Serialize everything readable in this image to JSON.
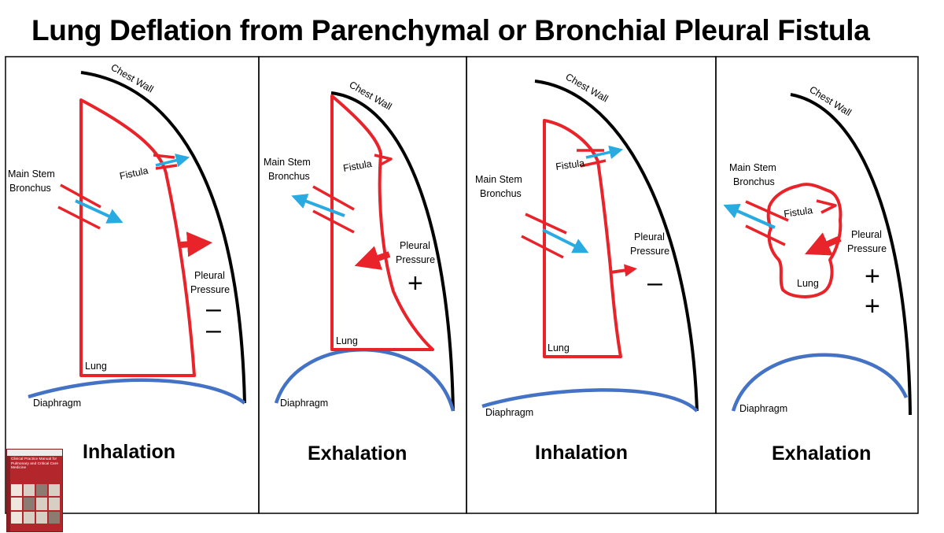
{
  "title": "Lung Deflation from Parenchymal or Bronchial Pleural Fistula",
  "colors": {
    "lung_outline": "#e8232a",
    "chest_wall": "#000000",
    "diaphragm": "#4472c4",
    "airflow_arrow": "#29abe2",
    "pressure_arrow": "#e8232a",
    "panel_border": "#000000"
  },
  "panels": [
    {
      "caption": "Inhalation",
      "labels": {
        "chest_wall": "Chest Wall",
        "main_stem": "Main Stem",
        "bronchus": "Bronchus",
        "fistula": "Fistula",
        "pleural": "Pleural",
        "pressure": "Pressure",
        "lung": "Lung",
        "diaphragm": "Diaphragm"
      },
      "pressure_signs": [
        "–",
        "–"
      ]
    },
    {
      "caption": "Exhalation",
      "labels": {
        "chest_wall": "Chest Wall",
        "main_stem": "Main Stem",
        "bronchus": "Bronchus",
        "fistula": "Fistula",
        "pleural": "Pleural",
        "pressure": "Pressure",
        "lung": "Lung",
        "diaphragm": "Diaphragm"
      },
      "pressure_signs": [
        "+"
      ]
    },
    {
      "caption": "Inhalation",
      "labels": {
        "chest_wall": "Chest Wall",
        "main_stem": "Main Stem",
        "bronchus": "Bronchus",
        "fistula": "Fistula",
        "pleural": "Pleural",
        "pressure": "Pressure",
        "lung": "Lung",
        "diaphragm": "Diaphragm"
      },
      "pressure_signs": [
        "–"
      ]
    },
    {
      "caption": "Exhalation",
      "labels": {
        "chest_wall": "Chest Wall",
        "main_stem": "Main Stem",
        "bronchus": "Bronchus",
        "fistula": "Fistula",
        "pleural": "Pleural",
        "pressure": "Pressure",
        "lung": "Lung",
        "diaphragm": "Diaphragm"
      },
      "pressure_signs": [
        "+",
        "+"
      ]
    }
  ],
  "book": {
    "title": "Clinical Practice Manual for Pulmonary and Critical Care Medicine"
  }
}
